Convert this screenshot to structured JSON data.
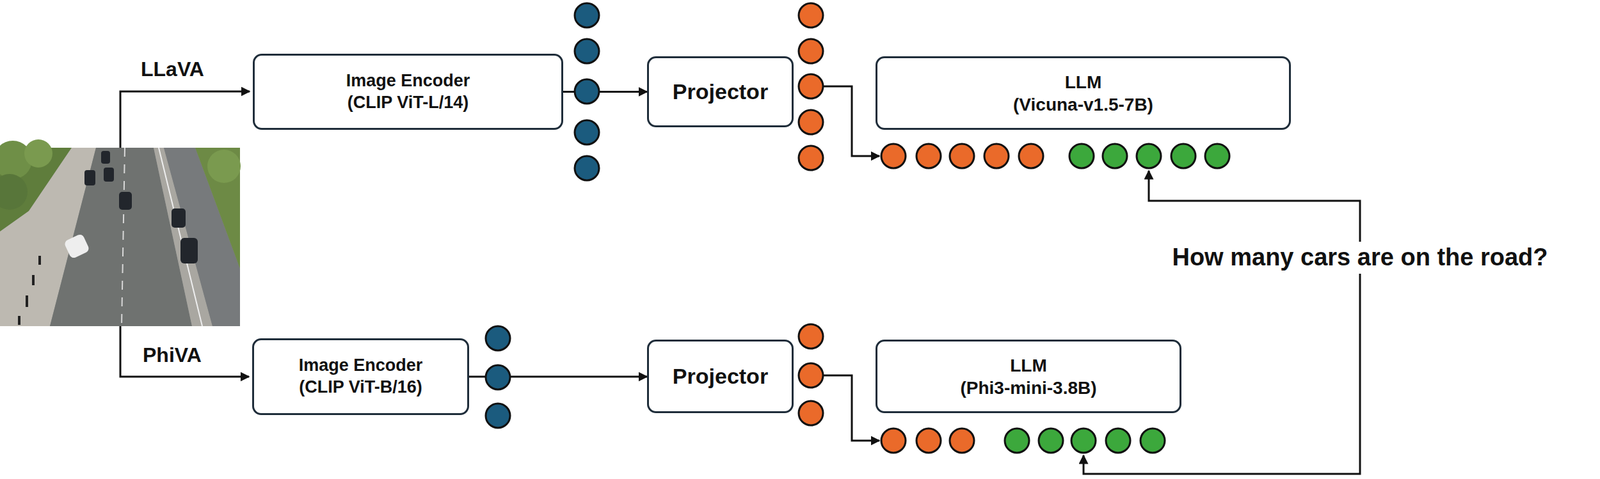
{
  "diagram": {
    "nodes": [
      {
        "text": [
          "Image Encoder",
          "(CLIP ViT-L/14)"
        ]
      },
      {
        "text": [
          "Projector"
        ]
      },
      {
        "text": [
          "LLM",
          "(Vicuna-v1.5-7B)"
        ]
      },
      {
        "text": [
          "Image Encoder",
          "(CLIP ViT-B/16)"
        ]
      },
      {
        "text": [
          "Projector"
        ]
      },
      {
        "text": [
          "LLM",
          "(Phi3-mini-3.8B)"
        ]
      }
    ],
    "edges": [
      {
        "from": 0,
        "to": 1,
        "arrow": "to"
      },
      {
        "from": 3,
        "to": 4,
        "arrow": "to"
      }
    ],
    "labels": [
      "LLaVA",
      "PhiVA",
      "How many cars are on the road?"
    ]
  }
}
